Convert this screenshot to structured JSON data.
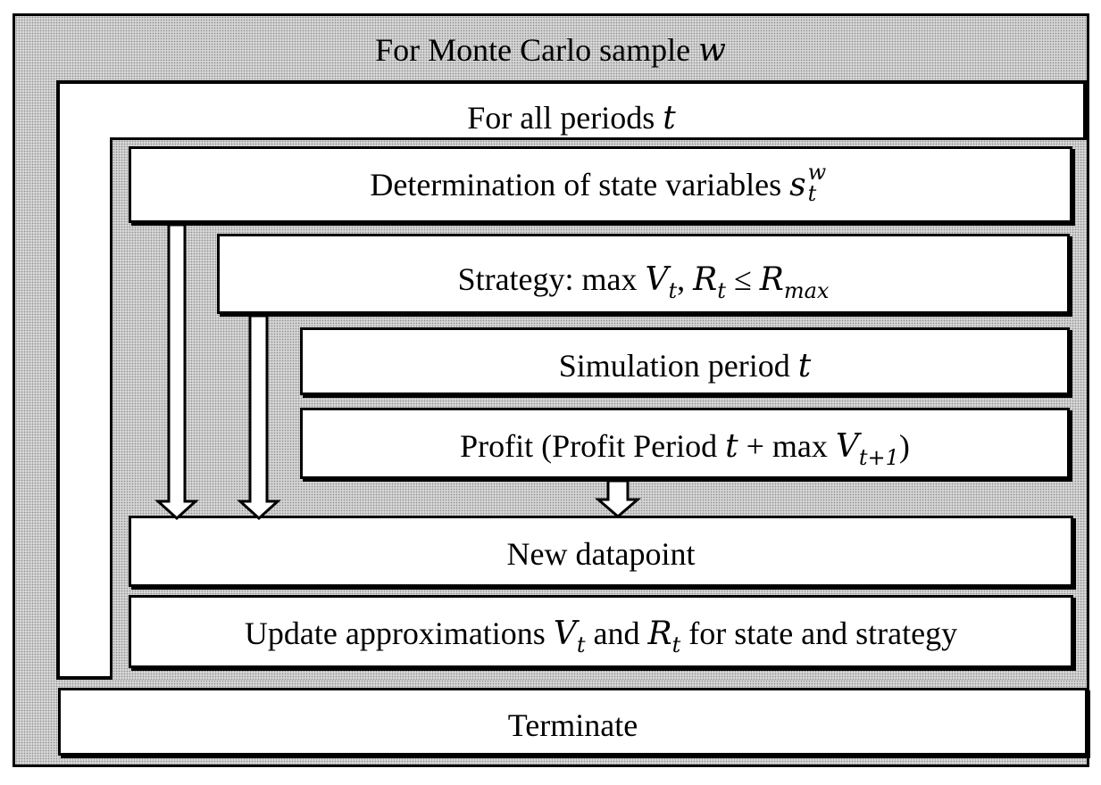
{
  "outer_loop": {
    "label": "For Monte Carlo sample",
    "var": "w"
  },
  "period_loop": {
    "label": "For all periods",
    "var": "t"
  },
  "steps": {
    "state": {
      "label": "Determination of state variables",
      "var": "s",
      "sub": "t",
      "sup": "w"
    },
    "strategy": {
      "label": "Strategy: max",
      "v": "V",
      "v_sub": "t",
      "sep": ",",
      "r": "R",
      "r_sub": "t",
      "op": "≤",
      "rmax": "R",
      "rmax_sub": "max"
    },
    "simulation": {
      "label": "Simulation period",
      "var": "t"
    },
    "profit": {
      "label": "Profit (Profit Period",
      "var": "t",
      "plus": "+ max",
      "v": "V",
      "v_sub": "t+1",
      "close": ")"
    },
    "datapoint": {
      "label": "New datapoint"
    },
    "update": {
      "prefix": "Update approximations",
      "v": "V",
      "v_sub": "t",
      "and": "and",
      "r": "R",
      "r_sub": "t",
      "suffix": "for state and strategy"
    },
    "terminate": {
      "label": "Terminate"
    }
  }
}
